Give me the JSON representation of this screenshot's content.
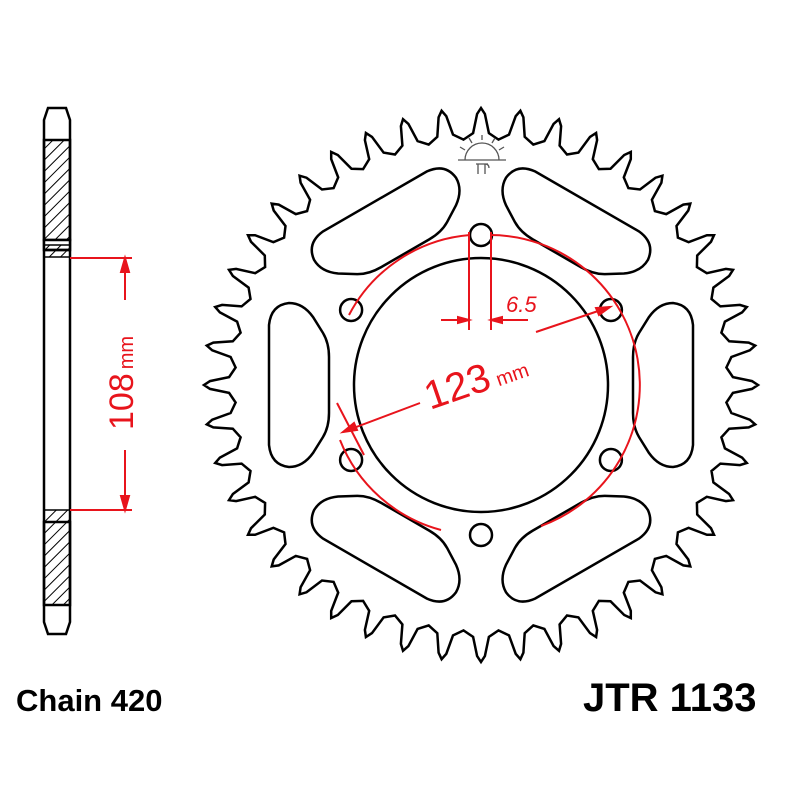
{
  "chain_label": "Chain 420",
  "part_number": "JTR 1133",
  "dimensions": {
    "side_value": "108",
    "side_unit": "mm",
    "pcd_value": "123",
    "pcd_unit": "mm",
    "hole_value": "6.5"
  },
  "logo_icon": "jt-sun-logo",
  "colors": {
    "outline": "#000000",
    "dimension": "#e8141c"
  }
}
